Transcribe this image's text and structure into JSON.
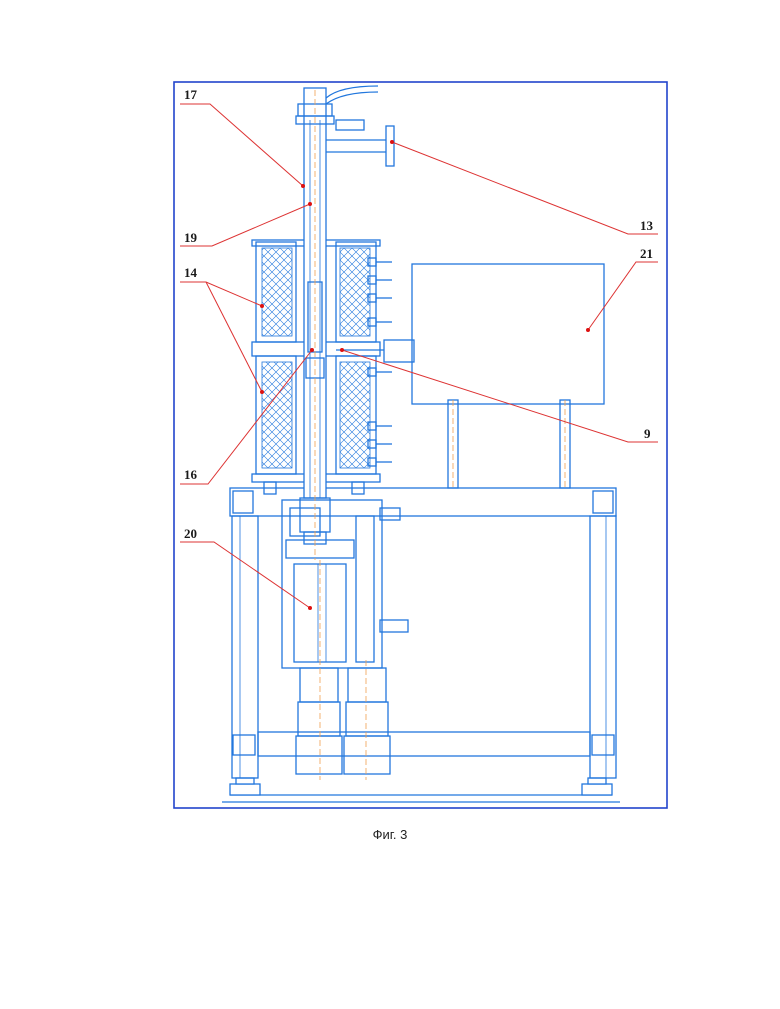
{
  "figure": {
    "caption": "Фиг. 3",
    "colors": {
      "frame": "#2277dd",
      "leader": "#dd3333",
      "centerline": "#f0a050",
      "text": "#1a1a1a"
    },
    "labels": [
      {
        "id": "17",
        "text": "17"
      },
      {
        "id": "19",
        "text": "19"
      },
      {
        "id": "14",
        "text": "14"
      },
      {
        "id": "16",
        "text": "16"
      },
      {
        "id": "20",
        "text": "20"
      },
      {
        "id": "13",
        "text": "13"
      },
      {
        "id": "21",
        "text": "21"
      },
      {
        "id": "9",
        "text": "9"
      }
    ]
  }
}
